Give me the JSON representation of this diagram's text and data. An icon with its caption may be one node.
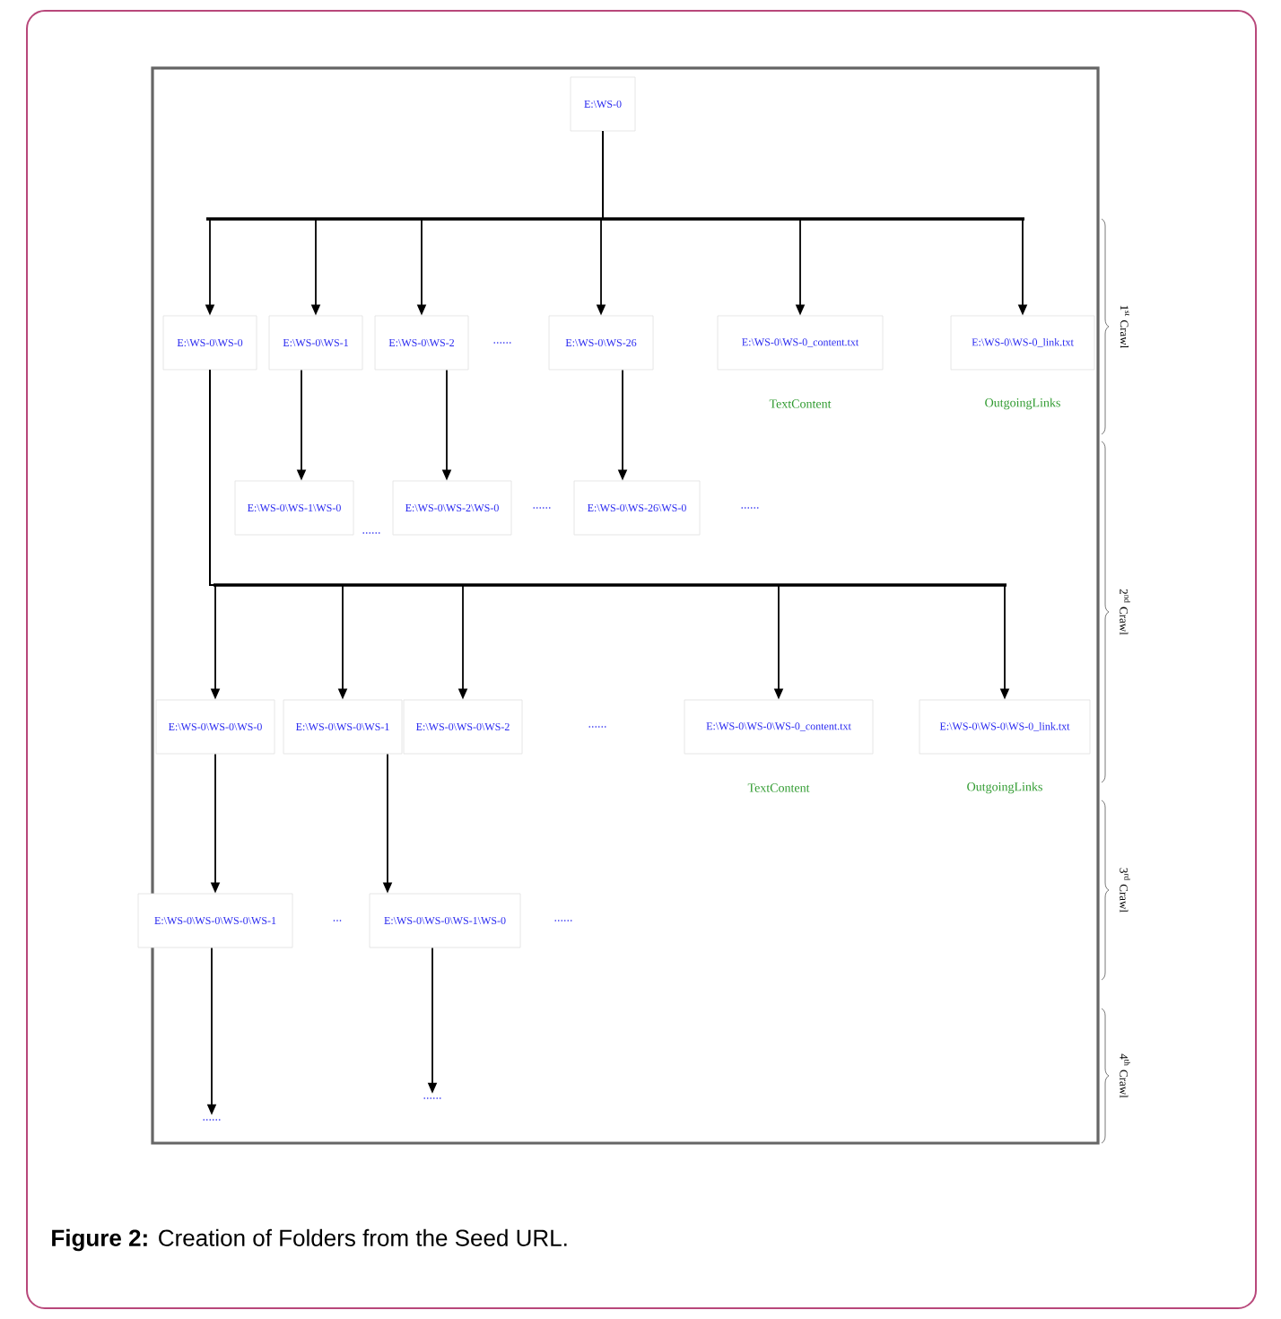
{
  "diagram": {
    "caption": "**Figure 2:** Creation of Folders from the Seed URL.",
    "nodes": [
      {
        "text": [
          "E:\\WS-0"
        ]
      },
      {
        "text": [
          "E:\\WS-0\\WS-0"
        ]
      },
      {
        "text": [
          "E:\\WS-0\\WS-1"
        ]
      },
      {
        "text": [
          "E:\\WS-0\\WS-2"
        ]
      },
      {
        "text": [
          "E:\\WS-0\\WS-26"
        ]
      },
      {
        "text": [
          "E:\\WS-0\\WS-0_content.txt"
        ],
        "beside": [
          "TextContent"
        ]
      },
      {
        "text": [
          "E:\\WS-0\\WS-0_link.txt"
        ],
        "beside": [
          "OutgoingLinks"
        ]
      },
      {
        "text": [
          "E:\\WS-0\\WS-1\\WS-0"
        ]
      },
      {
        "text": [
          "E:\\WS-0\\WS-2\\WS-0"
        ]
      },
      {
        "text": [
          "E:\\WS-0\\WS-26\\WS-0"
        ]
      },
      {
        "text": [
          "E:\\WS-0\\WS-0\\WS-0"
        ]
      },
      {
        "text": [
          "E:\\WS-0\\WS-0\\WS-1"
        ]
      },
      {
        "text": [
          "E:\\WS-0\\WS-0\\WS-2"
        ]
      },
      {
        "text": [
          "E:\\WS-0\\WS-0\\WS-0_content.txt"
        ],
        "beside": [
          "TextContent"
        ]
      },
      {
        "text": [
          "E:\\WS-0\\WS-0\\WS-0_link.txt"
        ],
        "beside": [
          "OutgoingLinks"
        ]
      },
      {
        "text": [
          "E:\\WS-0\\WS-0\\WS-0\\WS-1"
        ]
      },
      {
        "text": [
          "E:\\WS-0\\WS-0\\WS-1\\WS-0"
        ]
      },
      {
        "text": [
          "......"
        ]
      },
      {
        "text": [
          "......"
        ]
      }
    ],
    "edges": [
      {
        "from": 0,
        "to": 1,
        "arrow": "to"
      },
      {
        "from": 0,
        "to": 2,
        "arrow": "to"
      },
      {
        "from": 0,
        "to": 3,
        "arrow": "to"
      },
      {
        "from": 0,
        "to": 4,
        "arrow": "to"
      },
      {
        "from": 0,
        "to": 5,
        "arrow": "to"
      },
      {
        "from": 0,
        "to": 6,
        "arrow": "to"
      },
      {
        "from": 2,
        "to": 7,
        "arrow": "to"
      },
      {
        "from": 3,
        "to": 8,
        "arrow": "to"
      },
      {
        "from": 4,
        "to": 9,
        "arrow": "to"
      },
      {
        "from": 1,
        "to": 10,
        "arrow": "to"
      },
      {
        "from": 1,
        "to": 11,
        "arrow": "to"
      },
      {
        "from": 1,
        "to": 12,
        "arrow": "to"
      },
      {
        "from": 1,
        "to": 13,
        "arrow": "to"
      },
      {
        "from": 1,
        "to": 14,
        "arrow": "to"
      },
      {
        "from": 10,
        "to": 15,
        "arrow": "to"
      },
      {
        "from": 11,
        "to": 16,
        "arrow": "to"
      },
      {
        "from": 15,
        "to": 17,
        "arrow": "to"
      },
      {
        "from": 16,
        "to": 18,
        "arrow": "to"
      }
    ],
    "labels": [
      "......",
      "1$^{st}$ Crawl",
      "......",
      "......",
      "......",
      "2$^{nd}$ Crawl",
      "......",
      "...",
      "......",
      "3$^{rd}$ Crawl",
      "4$^{th}$ Crawl"
    ]
  }
}
